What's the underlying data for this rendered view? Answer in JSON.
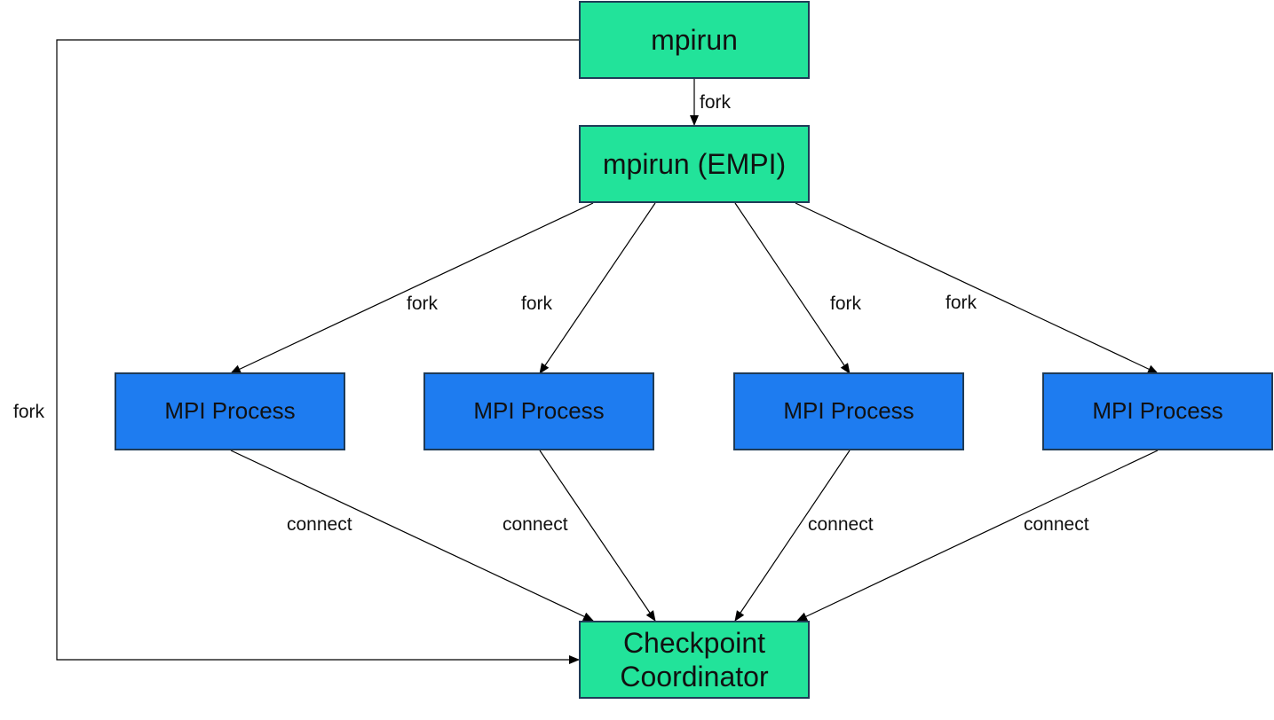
{
  "colors": {
    "coordinator_fill": "#22e39a",
    "process_fill": "#1e7cf0",
    "border": "#1f3b57",
    "edge": "#000000"
  },
  "nodes": {
    "mpirun": "mpirun",
    "mpirun_empi": "mpirun (EMPI)",
    "process_1": "MPI Process",
    "process_2": "MPI Process",
    "process_3": "MPI Process",
    "process_4": "MPI Process",
    "checkpoint_coordinator": "Checkpoint\nCoordinator"
  },
  "edge_labels": {
    "mpirun_to_empi": "fork",
    "mpirun_to_coordinator": "fork",
    "empi_to_process_1": "fork",
    "empi_to_process_2": "fork",
    "empi_to_process_3": "fork",
    "empi_to_process_4": "fork",
    "process_1_to_coordinator": "connect",
    "process_2_to_coordinator": "connect",
    "process_3_to_coordinator": "connect",
    "process_4_to_coordinator": "connect"
  }
}
